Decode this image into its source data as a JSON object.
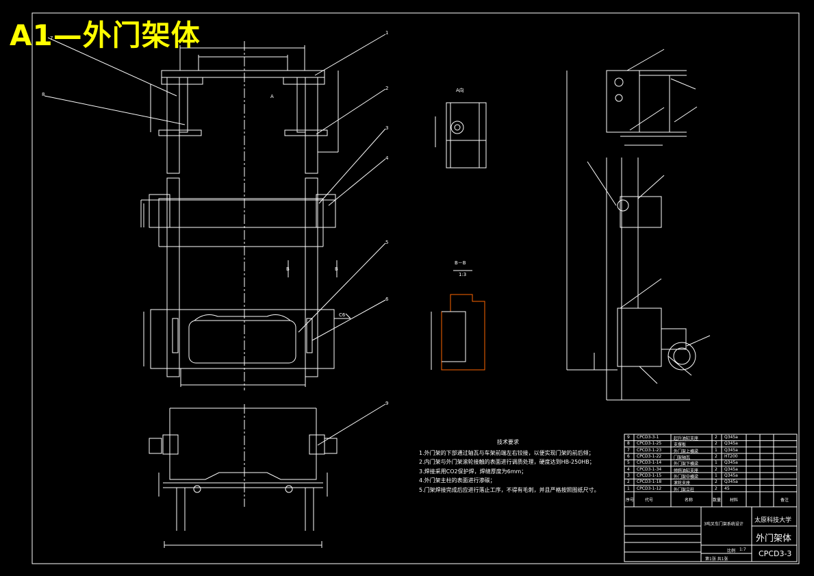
{
  "title_stamp": "A1—外门架体",
  "tech_notes": {
    "title": "技术要求",
    "items": [
      "1.外门架的下部通过轴瓦与车架前端左右铰接，以便实现门架的前后倾；",
      "2.内门架与外门架滚轮接触的表面进行调质处理，硬度达到HB-250HB；",
      "3.焊接采用CO2保护焊，焊缝厚度为6mm；",
      "4.外门架主柱的表面进行渗碳；",
      "5.门架焊接完成后应进行落止工序，不得有毛刺，并且严格按照图纸尺寸。"
    ]
  },
  "view_labels": {
    "view_a": "A向",
    "section_bb": "B－B",
    "section_scale": "1:3",
    "arrow_a": "A",
    "arrow_b": "B"
  },
  "part_numbers": [
    "1",
    "2",
    "3",
    "4",
    "5",
    "6",
    "7",
    "8",
    "9"
  ],
  "bom_rows": [
    {
      "no": "9",
      "code": "CPCD3-3-1",
      "name": "起升油缸支座",
      "qty": "2",
      "mat": "Q345a"
    },
    {
      "no": "8",
      "code": "CPCD3-1-25",
      "name": "支撑板",
      "qty": "2",
      "mat": "Q345a"
    },
    {
      "no": "7",
      "code": "CPCD3-1-23",
      "name": "外门架上横梁",
      "qty": "1",
      "mat": "Q345a"
    },
    {
      "no": "6",
      "code": "CPCD3-1-22",
      "name": "门架轴瓦",
      "qty": "2",
      "mat": "HT200"
    },
    {
      "no": "5",
      "code": "CPCD3-1-14",
      "name": "外门架下横梁",
      "qty": "1",
      "mat": "Q345a"
    },
    {
      "no": "4",
      "code": "CPCD3-1-34",
      "name": "倾斜油缸支座",
      "qty": "2",
      "mat": "Q345a"
    },
    {
      "no": "3",
      "code": "CPCD3-1-15",
      "name": "外门架中横梁",
      "qty": "1",
      "mat": "Q345a"
    },
    {
      "no": "2",
      "code": "CPCD3-1-18",
      "name": "滚轮支座",
      "qty": "2",
      "mat": "Q345a"
    },
    {
      "no": "1",
      "code": "CPCD3-1-12",
      "name": "外门架立柱",
      "qty": "2",
      "mat": "45"
    }
  ],
  "bom_header": {
    "no": "序号",
    "code": "代号",
    "name": "名称",
    "qty": "数量",
    "mat": "材料",
    "note": "备注"
  },
  "title_block": {
    "university": "太原科技大学",
    "drawing_name": "外门架体",
    "drawing_no": "CPCD3-3",
    "project": "3吨叉车门架系统设计",
    "scale_label": "比例",
    "scale": "1:7",
    "sheet": "第1张 共1张"
  },
  "colors": {
    "background": "#000000",
    "lines": "#ffffff",
    "stamp": "#ffff00",
    "hatch": "#ff6600"
  }
}
